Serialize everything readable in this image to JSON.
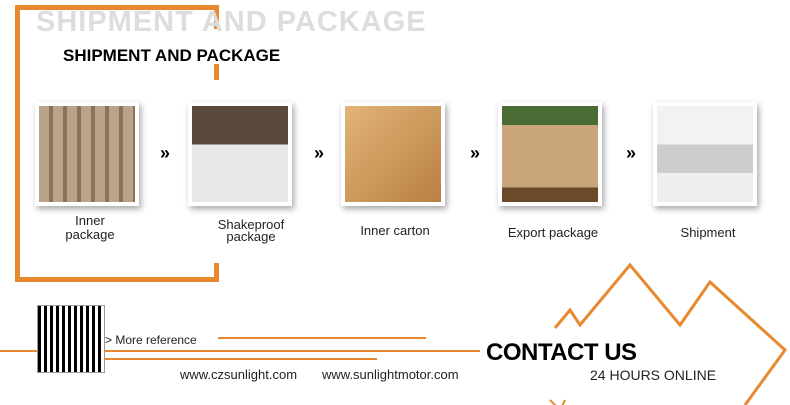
{
  "header": {
    "ghost_title": "SHIPMENT AND PACKAGE",
    "title": "SHIPMENT AND PACKAGE"
  },
  "steps": [
    {
      "label": "Inner package",
      "icon": "pallet-of-packed-products"
    },
    {
      "label": "Shakeproof package",
      "icon": "foam-partitioned-boxes"
    },
    {
      "label": "Inner carton",
      "icon": "cardboard-box"
    },
    {
      "label": "Export package",
      "icon": "wrapped-pallet"
    },
    {
      "label": "Shipment",
      "icon": "plane-truck-ship"
    }
  ],
  "arrow": "»",
  "footer": {
    "more": "> More reference",
    "url1": "www.czsunlight.com",
    "url2": "www.sunlightmotor.com",
    "contact": "CONTACT US",
    "hours": "24 HOURS ONLINE"
  },
  "colors": {
    "accent": "#e8892f"
  }
}
